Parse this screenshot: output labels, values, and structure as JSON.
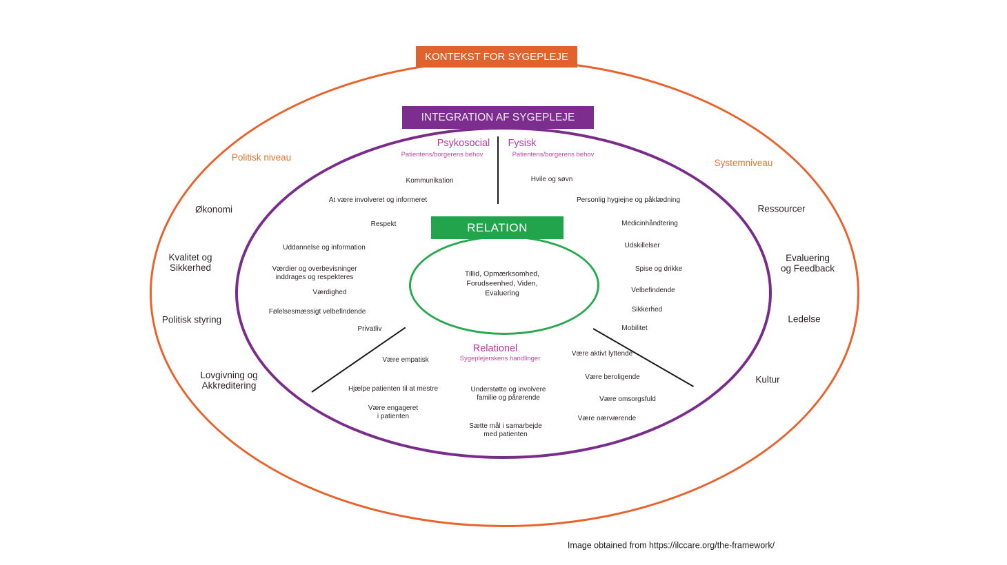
{
  "colors": {
    "orange": "#E0632E",
    "purple": "#7B2E8E",
    "green": "#21A44C",
    "magenta": "#B93AA0",
    "text": "#2B2526"
  },
  "outer_ring": {
    "title": "KONTEKST FOR SYGEPLEJE",
    "left_level_label": "Politisk niveau",
    "right_level_label": "Systemniveau",
    "left_items": [
      "Økonomi",
      "Kvalitet og\nSikkerhed",
      "Politisk styring",
      "Lovgivning og\nAkkreditering"
    ],
    "right_items": [
      "Ressourcer",
      "Evaluering\nog Feedback",
      "Ledelse",
      "Kultur"
    ]
  },
  "middle_ring": {
    "title": "INTEGRATION AF SYGEPLEJE",
    "sections": {
      "psykosocial": {
        "title": "Psykosocial",
        "subtitle": "Patientens/borgerens behov",
        "items": [
          "Kommunikation",
          "At være involveret og informeret",
          "Respekt",
          "Uddannelse og information",
          "Værdier og overbevisninger\ninddrages og respekteres",
          "Værdighed",
          "Følelsesmæssigt velbefindende",
          "Privatliv"
        ]
      },
      "fysisk": {
        "title": "Fysisk",
        "subtitle": "Patientens/borgerens behov",
        "items": [
          "Hvile og søvn",
          "Personlig hygiejne og påklædning",
          "Medicinhåndtering",
          "Udskillelser",
          "Spise og drikke",
          "Velbefindende",
          "Sikkerhed",
          "Mobilitet"
        ]
      },
      "relationel": {
        "title": "Relationel",
        "subtitle": "Sygeplejerskens handlinger",
        "items_left": [
          "Være empatisk",
          "Hjælpe patienten til at mestre",
          "Være engageret\ni patienten"
        ],
        "items_center": [
          "Understøtte og involvere\nfamilie og pårørende",
          "Sætte mål i samarbejde\nmed patienten"
        ],
        "items_right": [
          "Være aktivt lyttende",
          "Være beroligende",
          "Være omsorgsfuld",
          "Være nærværende"
        ]
      }
    }
  },
  "core": {
    "title": "RELATION",
    "text": "Tillid, Opmærksomhed,\nForudseenhed, Viden,\nEvaluering"
  },
  "caption": "Image obtained from https://ilccare.org/the-framework/"
}
